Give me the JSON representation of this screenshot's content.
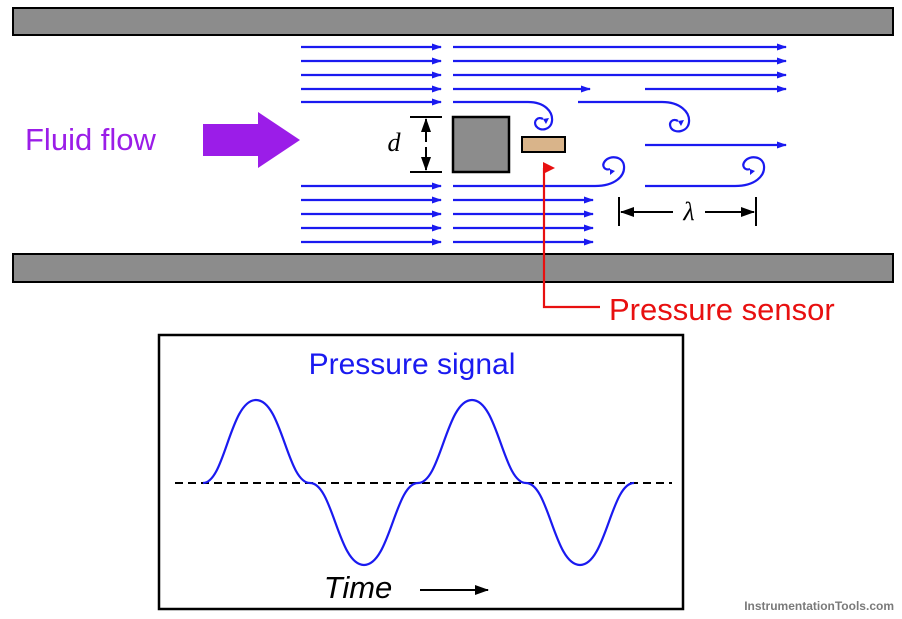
{
  "diagram": {
    "fluid_flow_label": "Fluid flow",
    "dimension_d_label": "d",
    "wavelength_label": "λ",
    "pressure_sensor_label": "Pressure sensor",
    "signal_title": "Pressure signal",
    "time_label": "Time"
  },
  "watermark": "InstrumentationTools.com",
  "colors": {
    "pipe_wall": "#8c8c8c",
    "bluff_body": "#8c8c8c",
    "sensor": "#d9b48a",
    "flow_lines": "#1a1af0",
    "fluid_arrow": "#9b1de8",
    "sensor_label": "#e81010",
    "signal": "#1a1af0"
  }
}
